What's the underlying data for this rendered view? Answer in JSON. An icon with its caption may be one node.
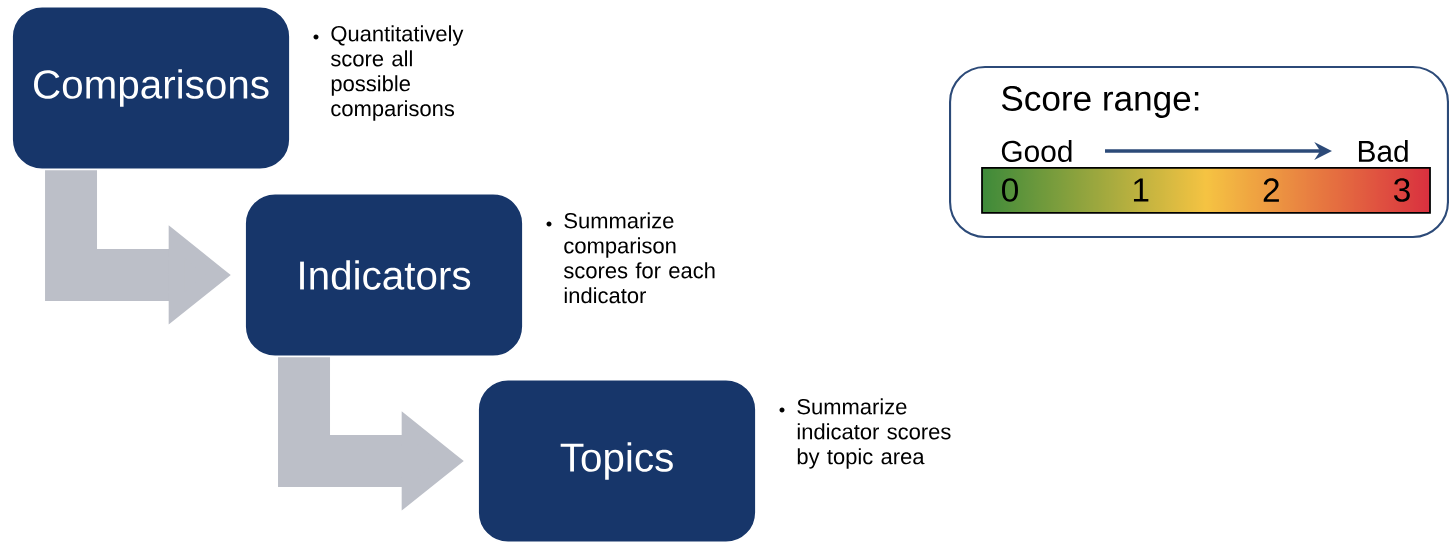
{
  "diagram": {
    "nodes": [
      {
        "text": [
          "Comparisons"
        ],
        "beside": [
          "Quantitatively score all possible comparisons"
        ]
      },
      {
        "text": [
          "Indicators"
        ],
        "beside": [
          "Summarize comparison scores for each indicator"
        ]
      },
      {
        "text": [
          "Topics"
        ],
        "beside": [
          "Summarize indicator scores by topic area"
        ]
      },
      {
        "text": [
          "Score range:"
        ]
      },
      {
        "text": [
          "0",
          "1",
          "2",
          "3"
        ],
        "in": 3,
        "beside": [
          "Good",
          "Bad"
        ]
      }
    ],
    "edges": [
      {
        "from": 0,
        "to": 1,
        "arrow": "to"
      },
      {
        "from": 1,
        "to": 2,
        "arrow": "to"
      }
    ]
  }
}
